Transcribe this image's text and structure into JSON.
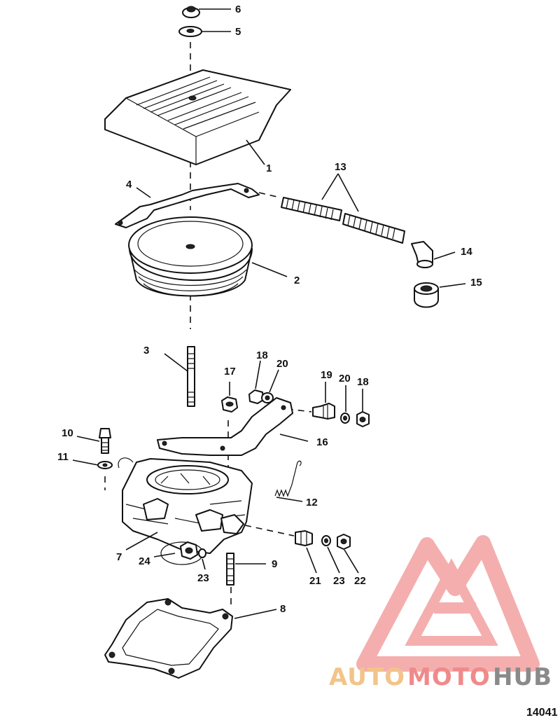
{
  "diagram": {
    "callouts": [
      "1",
      "2",
      "3",
      "4",
      "5",
      "6",
      "7",
      "8",
      "9",
      "10",
      "11",
      "12",
      "13",
      "14",
      "15",
      "16",
      "17",
      "18",
      "18",
      "19",
      "20",
      "20",
      "21",
      "22",
      "23",
      "23",
      "24"
    ],
    "doc_number": "14041"
  },
  "watermark": {
    "text_auto": "AUTO",
    "text_moto": "MOTO",
    "text_hub": "HUB",
    "color_auto": "#f2c48a",
    "color_moto": "#f08a8a",
    "color_hub": "#8a8a8a"
  }
}
